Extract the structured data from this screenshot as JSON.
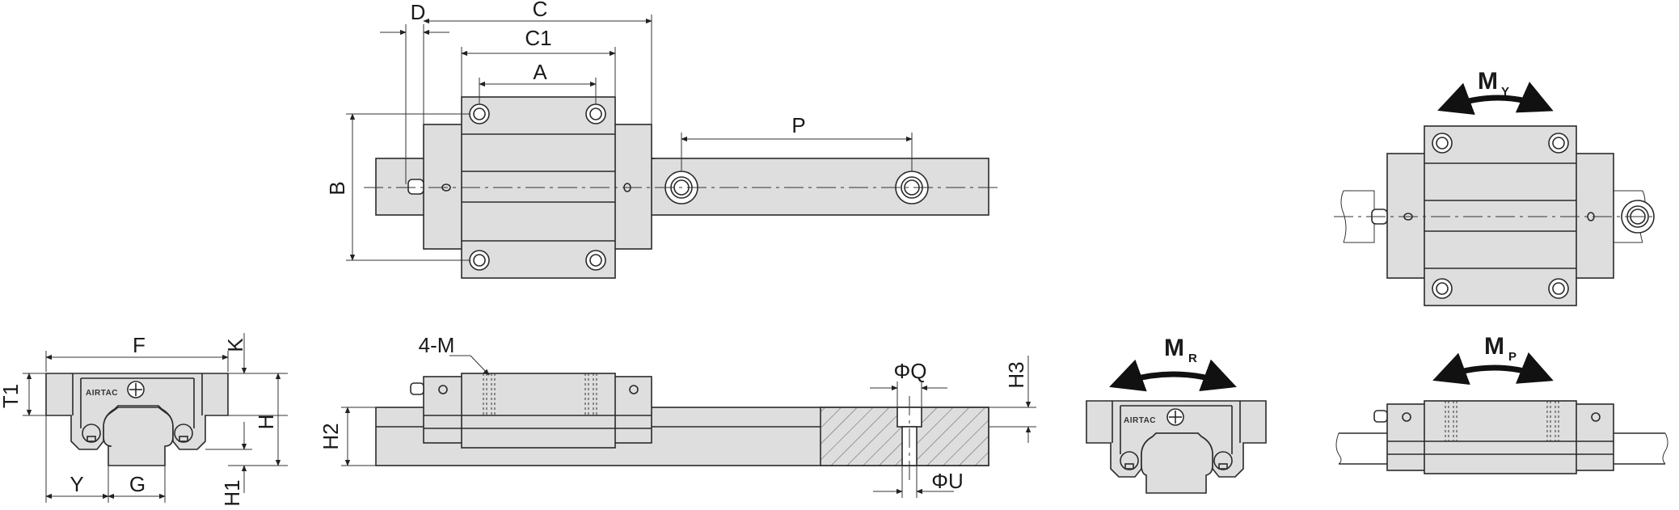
{
  "labels": {
    "d": "D",
    "c": "C",
    "c1": "C1",
    "a": "A",
    "p": "P",
    "b": "B",
    "f": "F",
    "k": "K",
    "t1": "T1",
    "h": "H",
    "h1": "H1",
    "y": "Y",
    "g": "G",
    "m4": "4-M",
    "h2": "H2",
    "h3": "H3",
    "phi_q": "ΦQ",
    "phi_u": "ΦU",
    "m": "M",
    "my_sub": "Y",
    "mr_sub": "R",
    "mp_sub": "P",
    "logo": "AIRTAC"
  },
  "colors": {
    "body_fill": "#dedede",
    "line": "#2a2a2a"
  }
}
